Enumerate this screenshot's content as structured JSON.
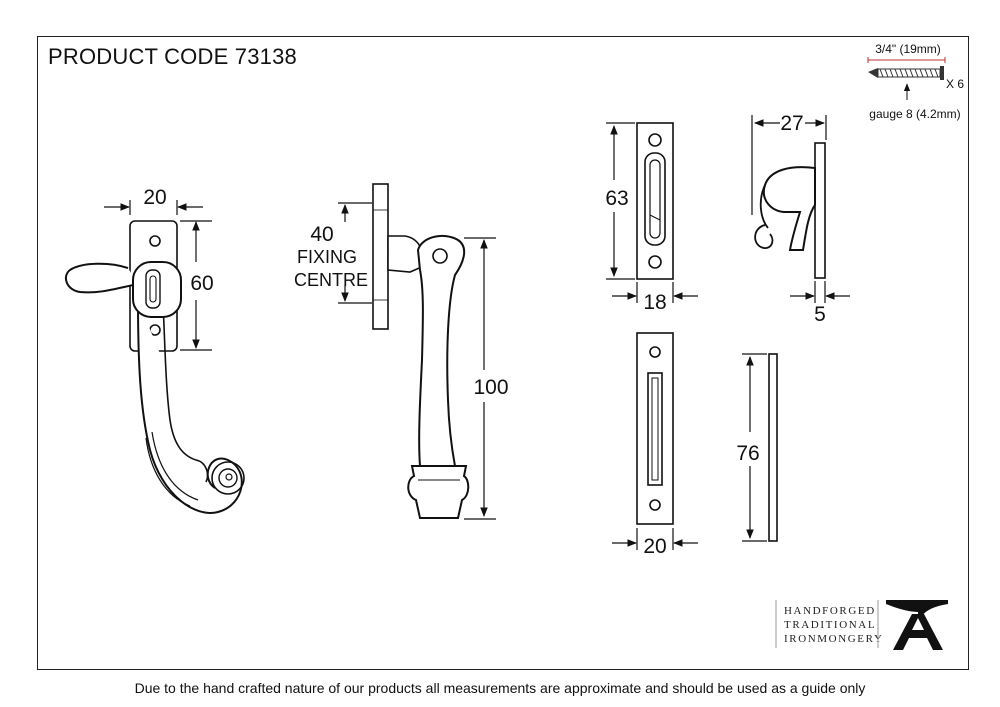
{
  "header": {
    "product_code": "PRODUCT CODE 73138"
  },
  "screw_spec": {
    "length": "3/4\" (19mm)",
    "quantity": "X 6",
    "gauge": "gauge 8 (4.2mm)"
  },
  "handle_front": {
    "width": "20",
    "height": "60"
  },
  "handle_side": {
    "fixing_value": "40",
    "fixing_label_1": "FIXING",
    "fixing_label_2": "CENTRE",
    "length": "100"
  },
  "keep_plate": {
    "height": "63",
    "width": "18"
  },
  "keep_side": {
    "projection": "27",
    "thickness": "5"
  },
  "mortice_plate": {
    "height": "76",
    "width": "20"
  },
  "brand": {
    "line1": "HANDFORGED",
    "line2": "TRADITIONAL",
    "line3": "IRONMONGERY"
  },
  "footer": {
    "disclaimer": "Due to the hand crafted nature of our products all measurements are approximate and should be used as a guide only"
  }
}
